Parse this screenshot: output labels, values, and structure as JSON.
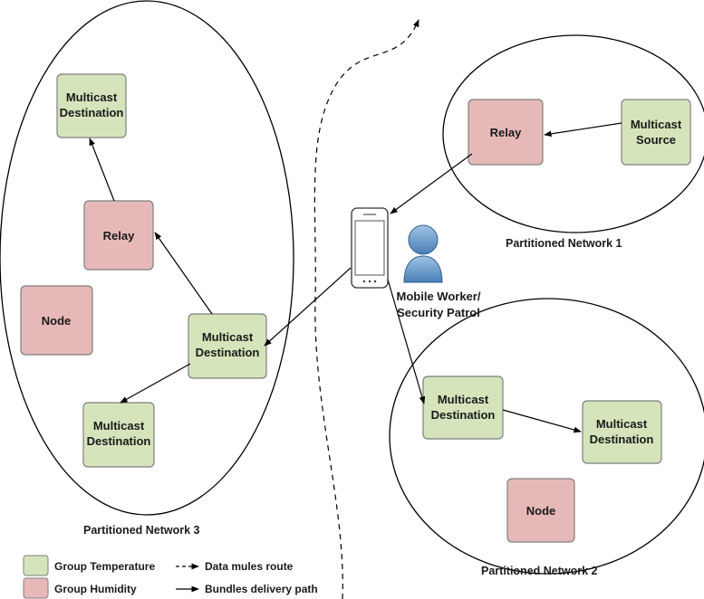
{
  "networks": {
    "n1": "Partitioned Network 1",
    "n2": "Partitioned Network 2",
    "n3": "Partitioned Network 3"
  },
  "nodes": {
    "n1_source": [
      "Multicast",
      "Source"
    ],
    "n1_relay": [
      "Relay"
    ],
    "n2_dest_a": [
      "Multicast",
      "Destination"
    ],
    "n2_dest_b": [
      "Multicast",
      "Destination"
    ],
    "n2_node": [
      "Node"
    ],
    "n3_dest_top": [
      "Multicast",
      "Destination"
    ],
    "n3_relay": [
      "Relay"
    ],
    "n3_node": [
      "Node"
    ],
    "n3_dest_mid": [
      "Multicast",
      "Destination"
    ],
    "n3_dest_bottom": [
      "Multicast",
      "Destination"
    ]
  },
  "worker": [
    "Mobile Worker/",
    "Security Patrol"
  ],
  "legend": {
    "temperature": "Group Temperature",
    "humidity": "Group Humidity",
    "mules": "Data mules route",
    "bundles": "Bundles delivery path"
  },
  "colors": {
    "temperature_fill": "#d6e4bc",
    "humidity_fill": "#e6b9b8",
    "box_stroke": "#7f7f7f"
  }
}
